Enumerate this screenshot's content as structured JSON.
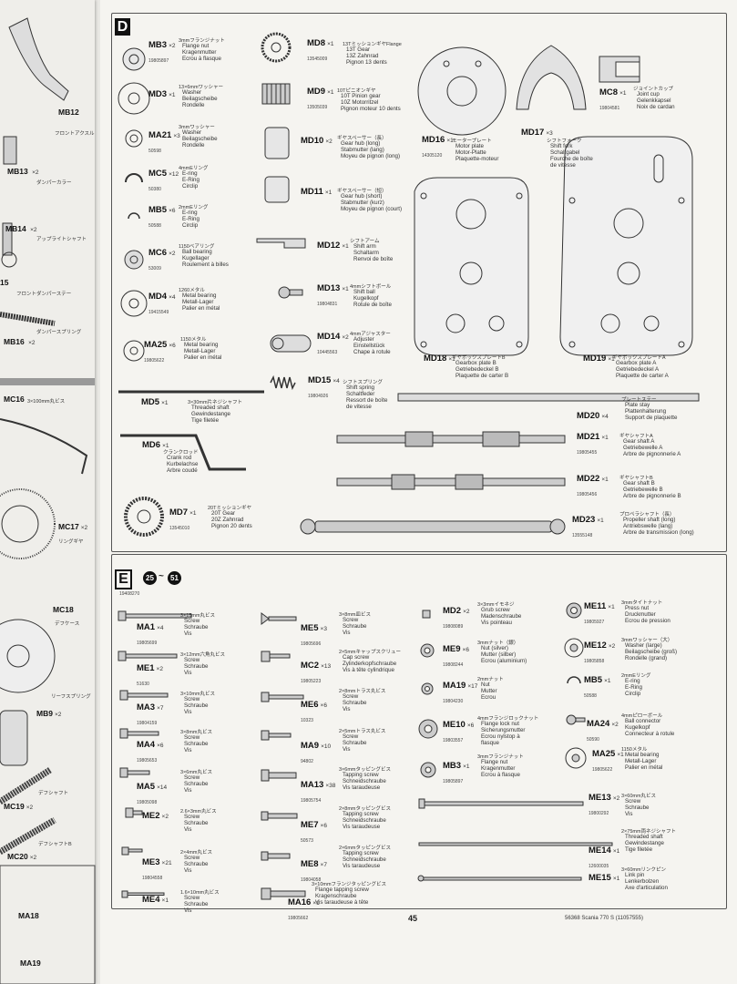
{
  "page": {
    "number": "45",
    "footer": "56368 Scania 770 S (11057555)"
  },
  "sectionD": {
    "label": "D"
  },
  "sectionE": {
    "label": "E",
    "step_from": "25",
    "step_to": "51",
    "top_pn": "19408270"
  },
  "d_parts": [
    {
      "code": "MB3",
      "qty": "×2",
      "pn": "19805897",
      "jp": "3mmフランジナット",
      "en": [
        "Flange nut",
        "Kragenmutter",
        "Ecrou à flasque"
      ]
    },
    {
      "code": "MD3",
      "qty": "×1",
      "pn": "",
      "jp": "13×6mmワッシャー",
      "en": [
        "Washer",
        "Beilagscheibe",
        "Rondelle"
      ]
    },
    {
      "code": "MA21",
      "qty": "×3",
      "pn": "50598",
      "jp": "3mmワッシャー",
      "en": [
        "Washer",
        "Beilagscheibe",
        "Rondelle"
      ]
    },
    {
      "code": "MC5",
      "qty": "×12",
      "pn": "50380",
      "jp": "4mmEリング",
      "en": [
        "E-ring",
        "E-Ring",
        "Circlip"
      ]
    },
    {
      "code": "MB5",
      "qty": "×6",
      "pn": "50588",
      "jp": "2mmEリング",
      "en": [
        "E-ring",
        "E-Ring",
        "Circlip"
      ]
    },
    {
      "code": "MC6",
      "qty": "×2",
      "pn": "53009",
      "jp": "1150ベアリング",
      "en": [
        "Ball bearing",
        "Kugellager",
        "Roulement à billes"
      ]
    },
    {
      "code": "MD4",
      "qty": "×4",
      "pn": "19415549",
      "jp": "1260メタル",
      "en": [
        "Metal bearing",
        "Metall-Lager",
        "Palier en métal"
      ]
    },
    {
      "code": "MA25",
      "qty": "×6",
      "pn": "19805622",
      "jp": "1150メタル",
      "en": [
        "Metal bearing",
        "Metall-Lager",
        "Palier en métal"
      ]
    },
    {
      "code": "MD8",
      "qty": "×1",
      "pn": "13545009",
      "jp": "13TミッションギヤFlange",
      "en": [
        "13T Gear",
        "13Z Zahnrad",
        "Pignon 13 dents"
      ]
    },
    {
      "code": "MD9",
      "qty": "×1",
      "pn": "13505039",
      "jp": "10Tピニオンギヤ",
      "en": [
        "10T Pinion gear",
        "10Z Motorritzel",
        "Pignon moteur 10 dents"
      ]
    },
    {
      "code": "MD10",
      "qty": "×2",
      "pn": "",
      "jp": "ギヤスペーサー（長）",
      "en": [
        "Gear hub (long)",
        "Stabmutter (lang)",
        "Moyeu de pignon (long)"
      ]
    },
    {
      "code": "MD11",
      "qty": "×1",
      "pn": "",
      "jp": "ギヤスペーサー（短）",
      "en": [
        "Gear hub (short)",
        "Stabmutter (kurz)",
        "Moyeu de pignon (court)"
      ]
    },
    {
      "code": "MD12",
      "qty": "×1",
      "pn": "",
      "jp": "シフトアーム",
      "en": [
        "Shift arm",
        "Schaltarm",
        "Renvoi de boîte"
      ]
    },
    {
      "code": "MD13",
      "qty": "×1",
      "pn": "19804831",
      "jp": "4mmシフトボール",
      "en": [
        "Shift ball",
        "Kugelkopf",
        "Rotule de boîte"
      ]
    },
    {
      "code": "MD14",
      "qty": "×2",
      "pn": "10445563",
      "jp": "4mmアジャスター",
      "en": [
        "Adjuster",
        "Einstellstück",
        "Chape à rotule"
      ]
    },
    {
      "code": "MD15",
      "qty": "×4",
      "pn": "19804926",
      "jp": "シフトスプリング",
      "en": [
        "Shift spring",
        "Schaltfeder",
        "Ressort de boîte",
        "de vitesse"
      ]
    },
    {
      "code": "MD16",
      "qty": "×1",
      "pn": "14305120",
      "jp": "モータープレート",
      "en": [
        "Motor plate",
        "Motor-Platte",
        "Plaquette-moteur"
      ]
    },
    {
      "code": "MD17",
      "qty": "×3",
      "pn": "",
      "jp": "シフトフォーク",
      "en": [
        "Shift fork",
        "Schaltgabel",
        "Fourche de boîte",
        "de vitesse"
      ]
    },
    {
      "code": "MC8",
      "qty": "×1",
      "pn": "19804581",
      "jp": "ジョイントカップ",
      "en": [
        "Joint cup",
        "Gelenkkapsel",
        "Noix de cardan"
      ]
    },
    {
      "code": "MD18",
      "qty": "×1",
      "pn": "",
      "jp": "ギヤボックスプレートB",
      "en": [
        "Gearbox plate B",
        "Getriebedeckel B",
        "Plaquette de carter B"
      ]
    },
    {
      "code": "MD19",
      "qty": "×1",
      "pn": "",
      "jp": "ギヤボックスプレートA",
      "en": [
        "Gearbox plate A",
        "Getriebedeckel A",
        "Plaquette de carter A"
      ]
    },
    {
      "code": "MD5",
      "qty": "×1",
      "pn": "",
      "jp": "3×30mm片ネジシャフト",
      "en": [
        "Threaded shaft",
        "Gewindestange",
        "Tige filetée"
      ]
    },
    {
      "code": "MD20",
      "qty": "×4",
      "pn": "",
      "jp": "プレートステー",
      "en": [
        "Plate stay",
        "Plattenhalterung",
        "Support de plaquette"
      ]
    },
    {
      "code": "MD6",
      "qty": "×1",
      "pn": "",
      "jp": "クランクロッド",
      "en": [
        "Crank rod",
        "Kurbelachse",
        "Arbre coudé"
      ]
    },
    {
      "code": "MD21",
      "qty": "×1",
      "pn": "19805455",
      "jp": "ギヤシャフトA",
      "en": [
        "Gear shaft A",
        "Getriebewelle A",
        "Arbre de pignonnerie A"
      ]
    },
    {
      "code": "MD22",
      "qty": "×1",
      "pn": "19805456",
      "jp": "ギヤシャフトB",
      "en": [
        "Gear shaft B",
        "Getriebewelle B",
        "Arbre de pignonnerie B"
      ]
    },
    {
      "code": "MD7",
      "qty": "×1",
      "pn": "13545010",
      "jp": "20Tミッションギヤ",
      "en": [
        "20T Gear",
        "20Z Zahnrad",
        "Pignon 20 dents"
      ]
    },
    {
      "code": "MD23",
      "qty": "×1",
      "pn": "13555148",
      "jp": "プロペラシャフト（長）",
      "en": [
        "Propeller shaft (long)",
        "Antriebswelle (lang)",
        "Arbre de transmission (long)"
      ]
    }
  ],
  "e_parts": [
    {
      "code": "MA1",
      "qty": "×4",
      "pn": "19805699",
      "jp": "3×15mm丸ビス",
      "en": [
        "Screw",
        "Schraube",
        "Vis"
      ]
    },
    {
      "code": "ME1",
      "qty": "×2",
      "pn": "51630",
      "jp": "3×12mm六角丸ビス",
      "en": [
        "Screw",
        "Schraube",
        "Vis"
      ]
    },
    {
      "code": "MA3",
      "qty": "×7",
      "pn": "19804159",
      "jp": "3×10mm丸ビス",
      "en": [
        "Screw",
        "Schraube",
        "Vis"
      ]
    },
    {
      "code": "MA4",
      "qty": "×6",
      "pn": "19805653",
      "jp": "3×8mm丸ビス",
      "en": [
        "Screw",
        "Schraube",
        "Vis"
      ]
    },
    {
      "code": "MA5",
      "qty": "×14",
      "pn": "19805098",
      "jp": "3×6mm丸ビス",
      "en": [
        "Screw",
        "Schraube",
        "Vis"
      ]
    },
    {
      "code": "ME2",
      "qty": "×2",
      "pn": "",
      "jp": "2.6×3mm丸ビス",
      "en": [
        "Screw",
        "Schraube",
        "Vis"
      ]
    },
    {
      "code": "ME3",
      "qty": "×21",
      "pn": "19804558",
      "jp": "2×4mm丸ビス",
      "en": [
        "Screw",
        "Schraube",
        "Vis"
      ]
    },
    {
      "code": "ME4",
      "qty": "×1",
      "pn": "",
      "jp": "1.6×10mm丸ビス",
      "en": [
        "Screw",
        "Schraube",
        "Vis"
      ]
    },
    {
      "code": "ME5",
      "qty": "×3",
      "pn": "19805696",
      "jp": "3×8mm皿ビス",
      "en": [
        "Screw",
        "Schraube",
        "Vis"
      ]
    },
    {
      "code": "MC2",
      "qty": "×13",
      "pn": "19805223",
      "jp": "2×5mmキャップスクリュー",
      "en": [
        "Cap screw",
        "Zylinderkopfschraube",
        "Vis à tête cylindrique"
      ]
    },
    {
      "code": "ME6",
      "qty": "×6",
      "pn": "10323",
      "jp": "2×8mmトラス丸ビス",
      "en": [
        "Screw",
        "Schraube",
        "Vis"
      ]
    },
    {
      "code": "MA9",
      "qty": "×10",
      "pn": "94802",
      "jp": "2×5mmトラス丸ビス",
      "en": [
        "Screw",
        "Schraube",
        "Vis"
      ]
    },
    {
      "code": "MA13",
      "qty": "×38",
      "pn": "19805754",
      "jp": "3×6mmタッピングビス",
      "en": [
        "Tapping screw",
        "Schneidschraube",
        "Vis taraudeuse"
      ]
    },
    {
      "code": "ME7",
      "qty": "×6",
      "pn": "50573",
      "jp": "2×8mmタッピングビス",
      "en": [
        "Tapping screw",
        "Schneidschraube",
        "Vis taraudeuse"
      ]
    },
    {
      "code": "ME8",
      "qty": "×7",
      "pn": "19804058",
      "jp": "2×6mmタッピングビス",
      "en": [
        "Tapping screw",
        "Schneidschraube",
        "Vis taraudeuse"
      ]
    },
    {
      "code": "MA16",
      "qty": "×1",
      "pn": "19805662",
      "jp": "3×10mmフランジタッピングビス",
      "en": [
        "Flange tapping screw",
        "Kragenschraube",
        "Vis taraudeuse à tête"
      ]
    },
    {
      "code": "MD2",
      "qty": "×2",
      "pn": "19808089",
      "jp": "3×3mmイモネジ",
      "en": [
        "Grub screw",
        "Madenschraube",
        "Vis pointeau"
      ]
    },
    {
      "code": "ME9",
      "qty": "×6",
      "pn": "19808244",
      "jp": "3mmナット（銀）",
      "en": [
        "Nut (silver)",
        "Mutter (silber)",
        "Ecrou (aluminium)"
      ]
    },
    {
      "code": "MA19",
      "qty": "×17",
      "pn": "19804230",
      "jp": "2mmナット",
      "en": [
        "Nut",
        "Mutter",
        "Ecrou"
      ]
    },
    {
      "code": "ME10",
      "qty": "×6",
      "pn": "19803557",
      "jp": "4mmフランジロックナット",
      "en": [
        "Flange lock nut",
        "Sicherungsmutter",
        "Ecrou nylstop à",
        "flasque"
      ]
    },
    {
      "code": "MB3",
      "qty": "×1",
      "pn": "19805897",
      "jp": "3mmフランジナット",
      "en": [
        "Flange nut",
        "Kragenmutter",
        "Ecrou à flasque"
      ]
    },
    {
      "code": "ME11",
      "qty": "×1",
      "pn": "19805927",
      "jp": "3mmタイトナット",
      "en": [
        "Press nut",
        "Druckmutter",
        "Ecrou de pression"
      ]
    },
    {
      "code": "ME12",
      "qty": "×2",
      "pn": "19805858",
      "jp": "3mmワッシャー（大）",
      "en": [
        "Washer (large)",
        "Beilagscheibe (groß)",
        "Rondelle (grand)"
      ]
    },
    {
      "code": "MB5",
      "qty": "×1",
      "pn": "50588",
      "jp": "2mmEリング",
      "en": [
        "E-ring",
        "E-Ring",
        "Circlip"
      ]
    },
    {
      "code": "MA24",
      "qty": "×2",
      "pn": "50590",
      "jp": "4mmピローボール",
      "en": [
        "Ball connector",
        "Kugelkopf",
        "Connecteur à rotule"
      ]
    },
    {
      "code": "MA25",
      "qty": "×1",
      "pn": "19805622",
      "jp": "1150メタル",
      "en": [
        "Metal bearing",
        "Metall-Lager",
        "Palier en métal"
      ]
    },
    {
      "code": "ME13",
      "qty": "×2",
      "pn": "19800292",
      "jp": "3×60mm丸ビス",
      "en": [
        "Screw",
        "Schraube",
        "Vis"
      ]
    },
    {
      "code": "ME14",
      "qty": "×1",
      "pn": "12600035",
      "jp": "2×75mm両ネジシャフト",
      "en": [
        "Threaded shaft",
        "Gewindestange",
        "Tige filetée"
      ]
    },
    {
      "code": "ME15",
      "qty": "×1",
      "pn": "",
      "jp": "3×60mmリンクピン",
      "en": [
        "Link pin",
        "Lenkerbolzen",
        "Axe d'articulation"
      ]
    }
  ],
  "left_page": [
    {
      "code": "MB12",
      "qty": "",
      "pn": "",
      "jp": "フロントアクスル"
    },
    {
      "code": "MB13",
      "qty": "×2",
      "pn": "",
      "jp": "ダンパーカラー"
    },
    {
      "code": "MB14",
      "qty": "×2",
      "pn": "",
      "jp": "アップライトシャフト"
    },
    {
      "code": "15",
      "qty": "",
      "pn": "",
      "jp": "フロントダンパーステー"
    },
    {
      "code": "MB16",
      "qty": "×2",
      "pn": "",
      "jp": "ダンパースプリング"
    },
    {
      "code": "MC16",
      "qty": "",
      "pn": "",
      "jp": "3×100mm丸ビス"
    },
    {
      "code": "MC17",
      "qty": "×2",
      "pn": "",
      "jp": "リングギヤ"
    },
    {
      "code": "MC18",
      "qty": "",
      "pn": "",
      "jp": "デフケース"
    },
    {
      "code": "MB9",
      "qty": "×2",
      "pn": "",
      "jp": "リーフスプリング"
    },
    {
      "code": "MC19",
      "qty": "×2",
      "pn": "",
      "jp": "デフシャフト"
    },
    {
      "code": "MC20",
      "qty": "×2",
      "pn": "",
      "jp": "デフシャフトB"
    },
    {
      "code": "MA18",
      "qty": "",
      "pn": "",
      "jp": ""
    },
    {
      "code": "MA19",
      "qty": "",
      "pn": "",
      "jp": ""
    }
  ]
}
